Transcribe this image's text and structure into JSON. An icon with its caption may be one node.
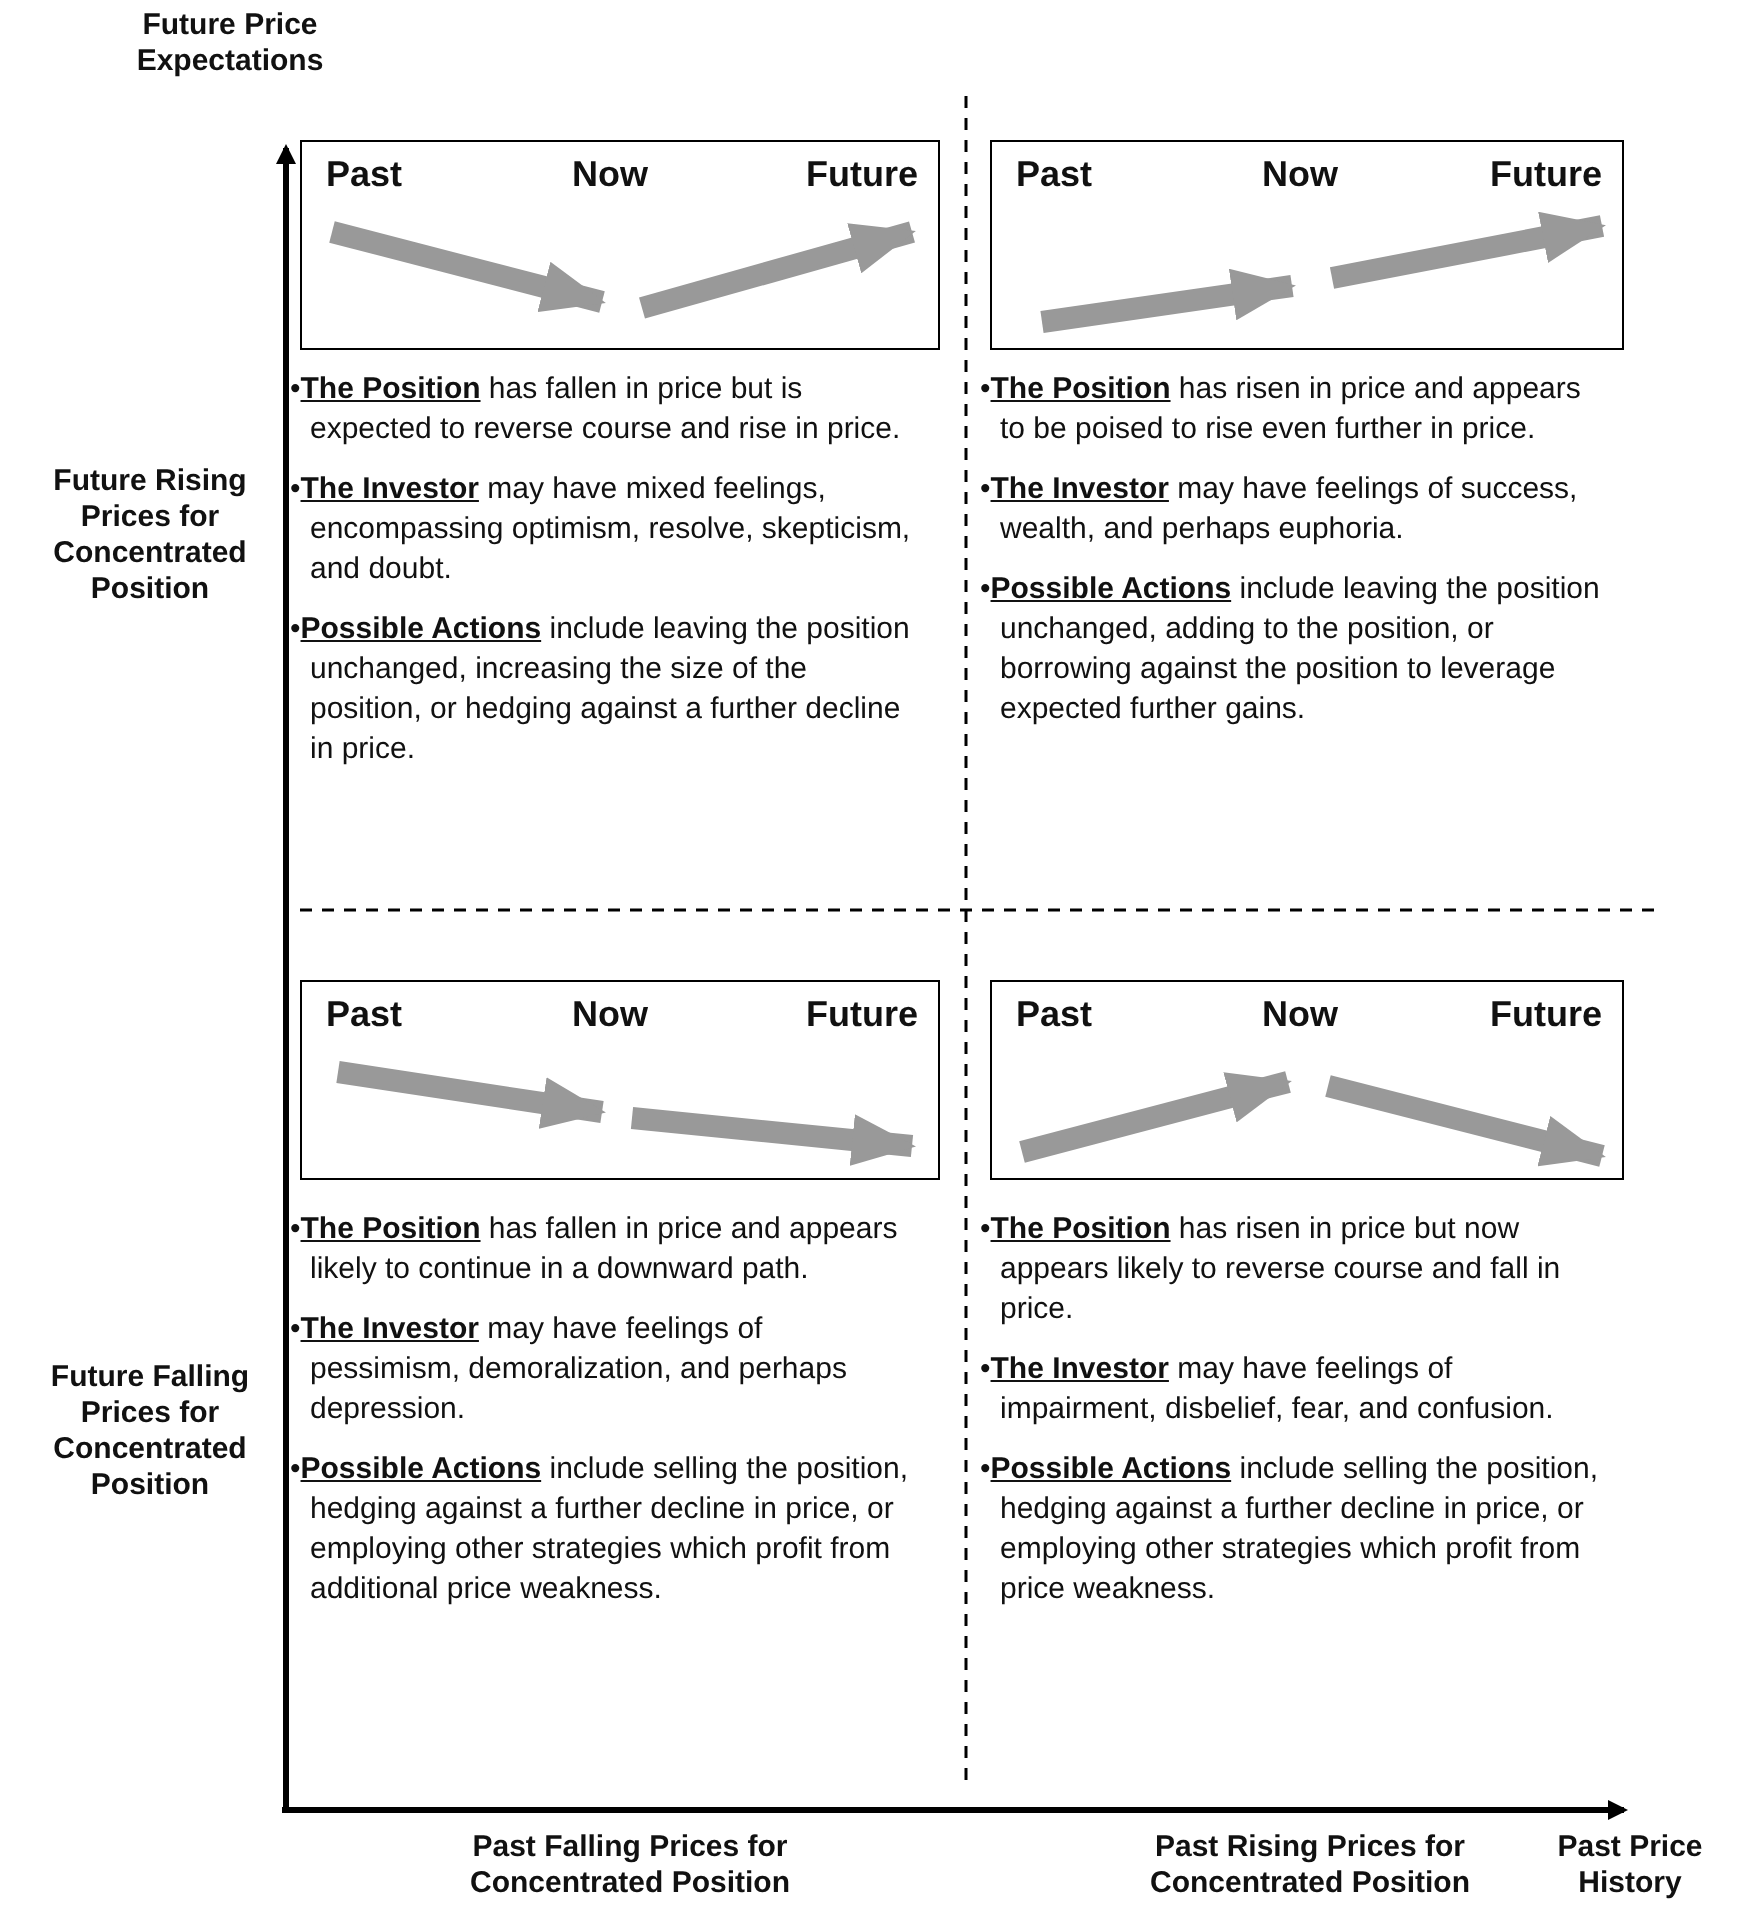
{
  "diagram": {
    "nodes": [
      {
        "text": [
          "Past",
          "Now",
          "Future"
        ]
      },
      {
        "text": [
          "Past",
          "Now",
          "Future"
        ]
      },
      {
        "text": [
          "Past",
          "Now",
          "Future"
        ]
      },
      {
        "text": [
          "Past",
          "Now",
          "Future"
        ]
      }
    ],
    "labels": [
      "Future Price Expectations",
      "Future Rising Prices for Concentrated Position",
      "•**The Position** has fallen in price but is expected to reverse course and rise in price.",
      "•**The Investor** may have mixed feelings, encompassing optimism, resolve, skepticism, and doubt.",
      "•**Possible Actions** include leaving the position unchanged, increasing the size of the position, or hedging against a further decline in price.",
      "•**The Position** has risen in price and appears to be poised to rise even further in price.",
      "•**The Investor** may have feelings of success, wealth, and perhaps euphoria.",
      "•**Possible Actions** include leaving the position unchanged, adding to the position, or borrowing against the position to leverage expected further gains.",
      "Future Falling Prices for Concentrated Position",
      "•**The Position** has fallen in price and appears likely to continue in a downward path.",
      "•**The Investor** may have feelings of pessimism, demoralization, and perhaps depression.",
      "•**Possible Actions** include selling the position, hedging against a further decline in price, or employing other strategies which profit from additional price weakness.",
      "•**The Position** has risen in price but now appears likely to reverse course and fall in price.",
      "•**The Investor** may have feelings of impairment, disbelief, fear, and confusion.",
      "•**Possible Actions** include selling the position, hedging against a further decline in price, or employing other strategies which profit from price weakness.",
      "Past Falling Prices for Concentrated Position",
      "Past Rising Prices for Concentrated Position",
      "Past Price History"
    ]
  }
}
